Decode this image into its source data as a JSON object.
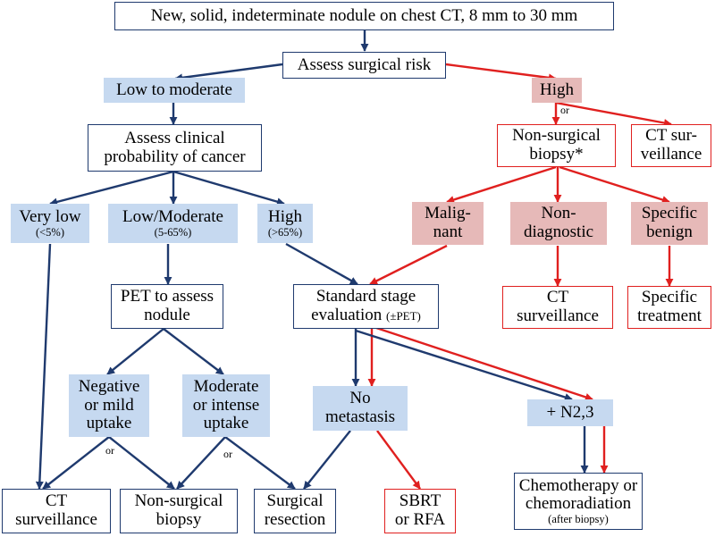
{
  "nodes": {
    "start": {
      "lines": [
        "New, solid, indeterminate nodule on chest CT, 8 mm to 30 mm"
      ]
    },
    "assess_risk": {
      "lines": [
        "Assess surgical risk"
      ]
    },
    "low_moderate": {
      "lines": [
        "Low to moderate"
      ]
    },
    "high_risk": {
      "lines": [
        "High"
      ]
    },
    "assess_clinical": {
      "lines": [
        "Assess clinical",
        "probability of cancer"
      ]
    },
    "nonsurgical_biopsy_top": {
      "lines": [
        "Non-surgical",
        "biopsy*"
      ]
    },
    "ct_surveillance_top": {
      "lines": [
        "CT sur-",
        "veillance"
      ]
    },
    "very_low": {
      "lines": [
        "Very low"
      ],
      "sub": "(<5%)"
    },
    "low_mod_prob": {
      "lines": [
        "Low/Moderate"
      ],
      "sub": "(5-65%)"
    },
    "high_prob": {
      "lines": [
        "High"
      ],
      "sub": "(>65%)"
    },
    "malignant": {
      "lines": [
        "Malig-",
        "nant"
      ]
    },
    "nondiagnostic": {
      "lines": [
        "Non-",
        "diagnostic"
      ]
    },
    "specific_benign": {
      "lines": [
        "Specific",
        "benign"
      ]
    },
    "pet_assess": {
      "lines": [
        "PET to assess",
        "nodule"
      ]
    },
    "standard_stage": {
      "lines": [
        "Standard stage"
      ],
      "line2": "evaluation",
      "line2_sub": "(±PET)"
    },
    "ct_surveillance_mid": {
      "lines": [
        "CT",
        "surveillance"
      ]
    },
    "specific_treatment": {
      "lines": [
        "Specific",
        "treatment"
      ]
    },
    "negative_mild": {
      "lines": [
        "Negative",
        "or mild",
        "uptake"
      ]
    },
    "moderate_intense": {
      "lines": [
        "Moderate",
        "or intense",
        "uptake"
      ]
    },
    "no_metastasis": {
      "lines": [
        "No",
        "metastasis"
      ]
    },
    "n23": {
      "lines": [
        "+ N2,3"
      ]
    },
    "ct_surveillance_bottom": {
      "lines": [
        "CT",
        "surveillance"
      ]
    },
    "nonsurgical_biopsy_bottom": {
      "lines": [
        "Non-surgical",
        "biopsy"
      ]
    },
    "surgical_resection": {
      "lines": [
        "Surgical",
        "resection"
      ]
    },
    "sbrt_rfa": {
      "lines": [
        "SBRT",
        "or RFA"
      ]
    },
    "chemo": {
      "lines": [
        "Chemotherapy or",
        "chemoradiation"
      ],
      "sub": "(after biopsy)"
    }
  },
  "connector_labels": {
    "or_high": "or",
    "or_negative": "or",
    "or_moderate": "or"
  },
  "edges": [
    {
      "from": "start",
      "to": "assess_risk",
      "color": "navy"
    },
    {
      "from": "assess_risk",
      "to": "low_moderate",
      "color": "navy"
    },
    {
      "from": "assess_risk",
      "to": "high_risk",
      "color": "red"
    },
    {
      "from": "low_moderate",
      "to": "assess_clinical",
      "color": "navy"
    },
    {
      "from": "high_risk",
      "to": "nonsurgical_biopsy_top",
      "color": "red"
    },
    {
      "from": "high_risk",
      "to": "ct_surveillance_top",
      "color": "red"
    },
    {
      "from": "assess_clinical",
      "to": "very_low",
      "color": "navy"
    },
    {
      "from": "assess_clinical",
      "to": "low_mod_prob",
      "color": "navy"
    },
    {
      "from": "assess_clinical",
      "to": "high_prob",
      "color": "navy"
    },
    {
      "from": "nonsurgical_biopsy_top",
      "to": "malignant",
      "color": "red"
    },
    {
      "from": "nonsurgical_biopsy_top",
      "to": "nondiagnostic",
      "color": "red"
    },
    {
      "from": "nonsurgical_biopsy_top",
      "to": "specific_benign",
      "color": "red"
    },
    {
      "from": "low_mod_prob",
      "to": "pet_assess",
      "color": "navy"
    },
    {
      "from": "high_prob",
      "to": "standard_stage",
      "color": "navy"
    },
    {
      "from": "malignant",
      "to": "standard_stage",
      "color": "red"
    },
    {
      "from": "nondiagnostic",
      "to": "ct_surveillance_mid",
      "color": "red"
    },
    {
      "from": "specific_benign",
      "to": "specific_treatment",
      "color": "red"
    },
    {
      "from": "very_low",
      "to": "ct_surveillance_bottom",
      "color": "navy"
    },
    {
      "from": "pet_assess",
      "to": "negative_mild",
      "color": "navy"
    },
    {
      "from": "pet_assess",
      "to": "moderate_intense",
      "color": "navy"
    },
    {
      "from": "standard_stage",
      "to": "no_metastasis",
      "color": "navy"
    },
    {
      "from": "standard_stage",
      "to": "no_metastasis",
      "color": "red"
    },
    {
      "from": "standard_stage",
      "to": "n23",
      "color": "navy"
    },
    {
      "from": "standard_stage",
      "to": "n23",
      "color": "red"
    },
    {
      "from": "negative_mild",
      "to": "ct_surveillance_bottom",
      "color": "navy"
    },
    {
      "from": "negative_mild",
      "to": "nonsurgical_biopsy_bottom",
      "color": "navy"
    },
    {
      "from": "moderate_intense",
      "to": "nonsurgical_biopsy_bottom",
      "color": "navy"
    },
    {
      "from": "moderate_intense",
      "to": "surgical_resection",
      "color": "navy"
    },
    {
      "from": "no_metastasis",
      "to": "surgical_resection",
      "color": "navy"
    },
    {
      "from": "no_metastasis",
      "to": "sbrt_rfa",
      "color": "red"
    },
    {
      "from": "n23",
      "to": "chemo",
      "color": "navy"
    },
    {
      "from": "n23",
      "to": "chemo",
      "color": "red"
    }
  ],
  "colors": {
    "navy": "#1f3a6e",
    "red": "#e0201f",
    "blue_fill": "#c6d9f0",
    "pink_fill": "#e6b9b8"
  }
}
